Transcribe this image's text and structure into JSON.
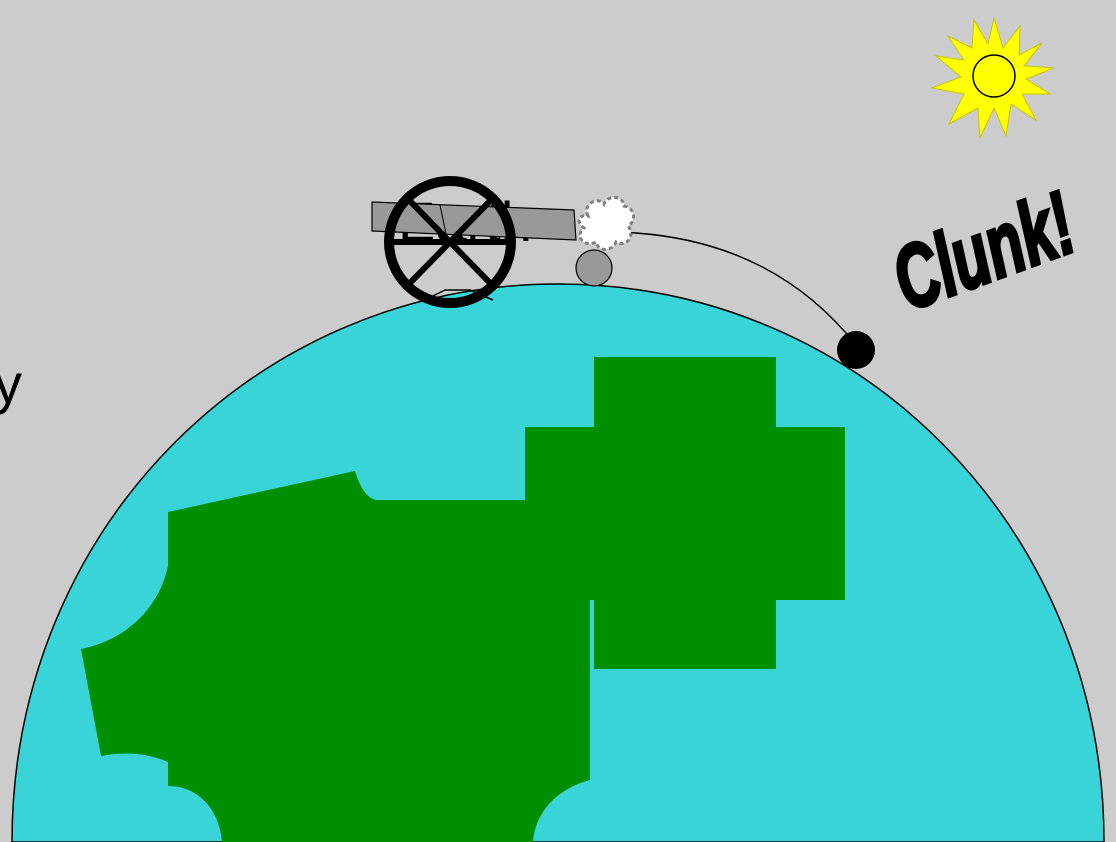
{
  "slide": {
    "text_fragment_1": "Earth",
    "text_fragment_2": "y",
    "exclamation": "Clunk!"
  },
  "colors": {
    "background": "#cccccc",
    "ocean": "#39d4d8",
    "land": "#008f00",
    "sun_rays": "#ffff00",
    "cannon_barrel": "#999999",
    "cannon_wheel": "#000000",
    "cannonball": "#000000",
    "smoke": "#ffffff",
    "text": "#000000"
  },
  "icons": {
    "sun": "sun-icon",
    "cannon": "cannon-icon",
    "cannonball": "cannonball-icon",
    "smoke": "smoke-puff-icon"
  }
}
